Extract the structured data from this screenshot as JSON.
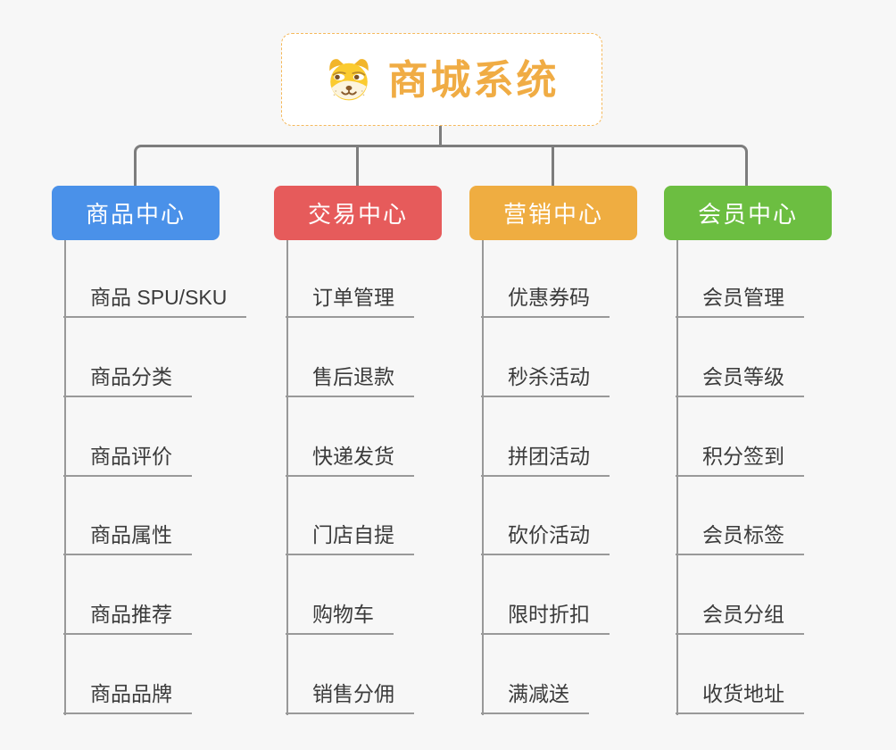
{
  "canvas": {
    "background": "#F7F7F7"
  },
  "root": {
    "title": "商城系统",
    "title_color": "#F0AC44",
    "border_color": "#F5B95C",
    "icon": "doge-icon"
  },
  "connector_color": "#7D7D7D",
  "item_line_color": "#999999",
  "item_text_color": "#3B3B3B",
  "branches": [
    {
      "label": "商品中心",
      "color": "#4A91E9",
      "items": [
        "商品 SPU/SKU",
        "商品分类",
        "商品评价",
        "商品属性",
        "商品推荐",
        "商品品牌"
      ]
    },
    {
      "label": "交易中心",
      "color": "#E65B5B",
      "items": [
        "订单管理",
        "售后退款",
        "快递发货",
        "门店自提",
        "购物车",
        "销售分佣"
      ]
    },
    {
      "label": "营销中心",
      "color": "#EFAD41",
      "items": [
        "优惠券码",
        "秒杀活动",
        "拼团活动",
        "砍价活动",
        "限时折扣",
        "满减送"
      ]
    },
    {
      "label": "会员中心",
      "color": "#6CBE41",
      "items": [
        "会员管理",
        "会员等级",
        "积分签到",
        "会员标签",
        "会员分组",
        "收货地址"
      ]
    }
  ]
}
